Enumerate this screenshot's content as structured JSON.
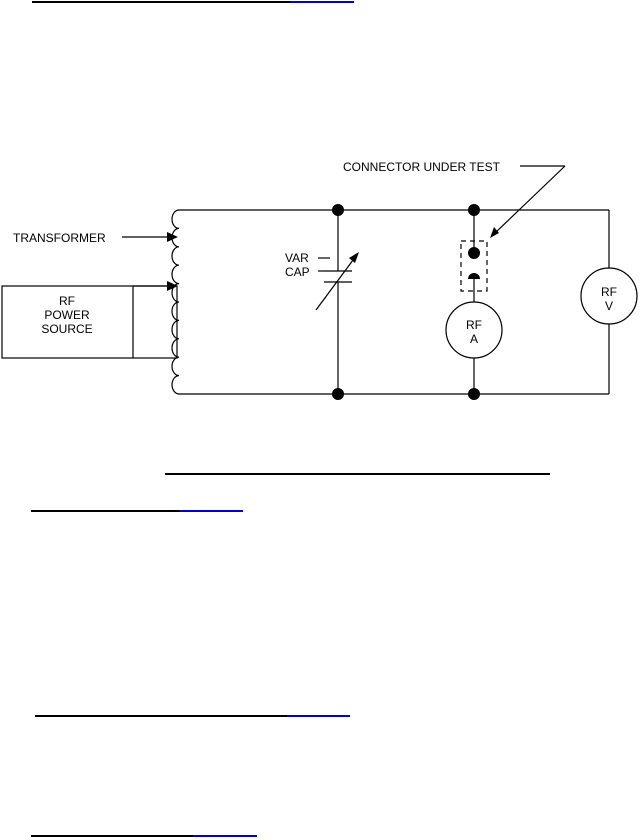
{
  "diagram": {
    "labels": {
      "connector_under_test": "CONNECTOR UNDER TEST",
      "transformer": "TRANSFORMER",
      "source_line1": "RF",
      "source_line2": "POWER",
      "source_line3": "SOURCE",
      "cap_line1": "VAR",
      "cap_line2": "CAP",
      "ammeter_line1": "RF",
      "ammeter_line2": "A",
      "voltmeter_line1": "RF",
      "voltmeter_line2": "V"
    }
  },
  "colors": {
    "line": "#000000",
    "link_underline": "#0000cc",
    "background": "#ffffff"
  }
}
